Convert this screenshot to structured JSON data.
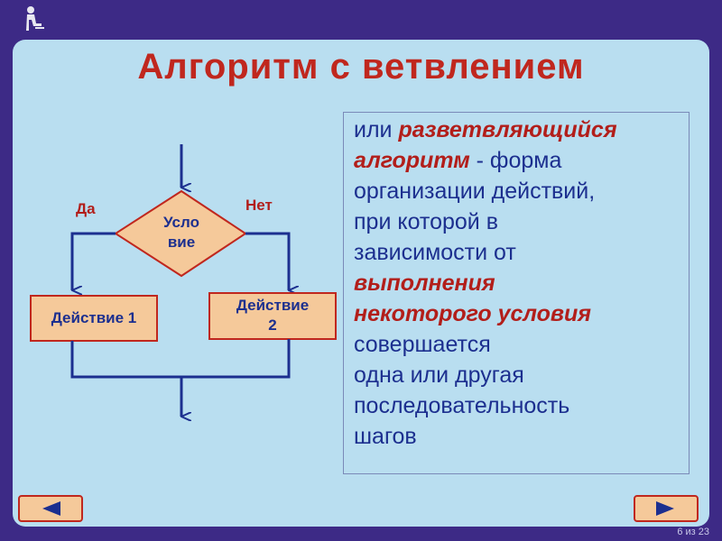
{
  "slide": {
    "title": "Алгоритм с ветвлением",
    "page_number": "6 из 23"
  },
  "flowchart": {
    "condition_line1": "Усло",
    "condition_line2": "вие",
    "yes_label": "Да",
    "no_label": "Нет",
    "action1": "Действие 1",
    "action2_line1": "Действие",
    "action2_line2": "2"
  },
  "description": {
    "lines": [
      [
        {
          "t": "или ",
          "em": false
        },
        {
          "t": "разветвляющийся",
          "em": true
        }
      ],
      [
        {
          "t": "алгоритм",
          "em": true
        },
        {
          "t": " - форма",
          "em": false
        }
      ],
      [
        {
          "t": "организации действий,",
          "em": false
        }
      ],
      [
        {
          "t": "при которой в",
          "em": false
        }
      ],
      [
        {
          "t": "зависимости от",
          "em": false
        }
      ],
      [
        {
          "t": "выполнения",
          "em": true
        }
      ],
      [
        {
          "t": "некоторого условия",
          "em": true
        }
      ],
      [
        {
          "t": "совершается",
          "em": false
        }
      ],
      [
        {
          "t": "одна или другая",
          "em": false
        }
      ],
      [
        {
          "t": "последовательность",
          "em": false
        }
      ],
      [
        {
          "t": "шагов",
          "em": false
        }
      ]
    ]
  },
  "navigation": {
    "prev_icon": "triangle-left-icon",
    "next_icon": "triangle-right-icon"
  },
  "colors": {
    "background": "#3d2a86",
    "panel": "#b9def0",
    "title": "#c0271e",
    "text": "#1c2f8f",
    "shape_fill": "#f5c99a",
    "shape_border": "#c0271e",
    "arrow": "#1c2f8f"
  }
}
